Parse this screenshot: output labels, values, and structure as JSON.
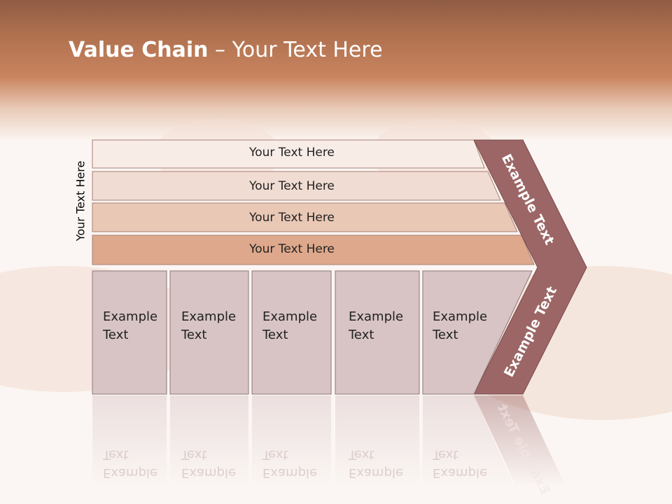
{
  "slide": {
    "title_bold": "Value Chain",
    "title_rest": " – Your Text Here",
    "side_label": "Your Text Here"
  },
  "rows": [
    {
      "label": "Your Text Here"
    },
    {
      "label": "Your Text Here"
    },
    {
      "label": "Your Text Here"
    },
    {
      "label": "Your Text Here"
    }
  ],
  "boxes": [
    {
      "line1": "Example",
      "line2": "Text"
    },
    {
      "line1": "Example",
      "line2": "Text"
    },
    {
      "line1": "Example",
      "line2": "Text"
    },
    {
      "line1": "Example",
      "line2": "Text"
    },
    {
      "line1": "Example",
      "line2": "Text"
    }
  ],
  "arrow": {
    "upper_label": "Example Text",
    "lower_label": "Example Text"
  },
  "colors": {
    "header": "#c9845f",
    "row1": "#f8ece7",
    "row2": "#f0dcd2",
    "row3": "#e9c8b6",
    "row4": "#dea88c",
    "box": "#d8c4c5",
    "arrow": "#9c6666"
  }
}
